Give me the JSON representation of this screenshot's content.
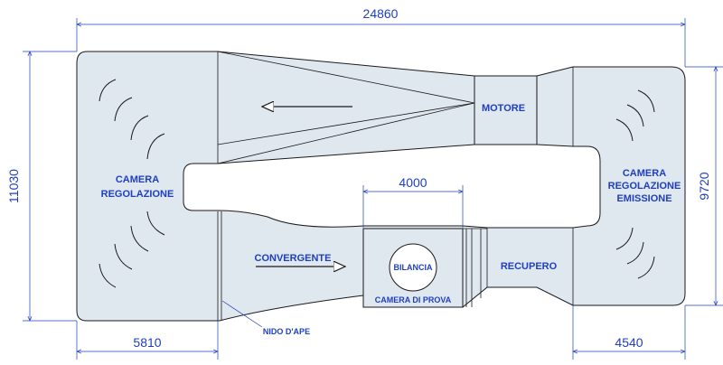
{
  "dimensions": {
    "total_length": "24860",
    "total_height_left": "11030",
    "total_height_right": "9720",
    "test_chamber_length": "4000",
    "left_chamber_width": "5810",
    "right_chamber_width": "4540"
  },
  "labels": {
    "left_chamber_line1": "CAMERA",
    "left_chamber_line2": "REGOLAZIONE",
    "right_chamber_line1": "CAMERA",
    "right_chamber_line2": "REGOLAZIONE",
    "right_chamber_line3": "EMISSIONE",
    "motor": "MOTORE",
    "convergent": "CONVERGENTE",
    "balance": "BILANCIA",
    "test_chamber": "CAMERA DI PROVA",
    "recovery": "RECUPERO",
    "honeycomb": "NIDO D'APE"
  },
  "colors": {
    "dimension_blue": "#1f3fbf",
    "wall_fill": "#dfe7ef",
    "outline": "#1a1a1a"
  }
}
